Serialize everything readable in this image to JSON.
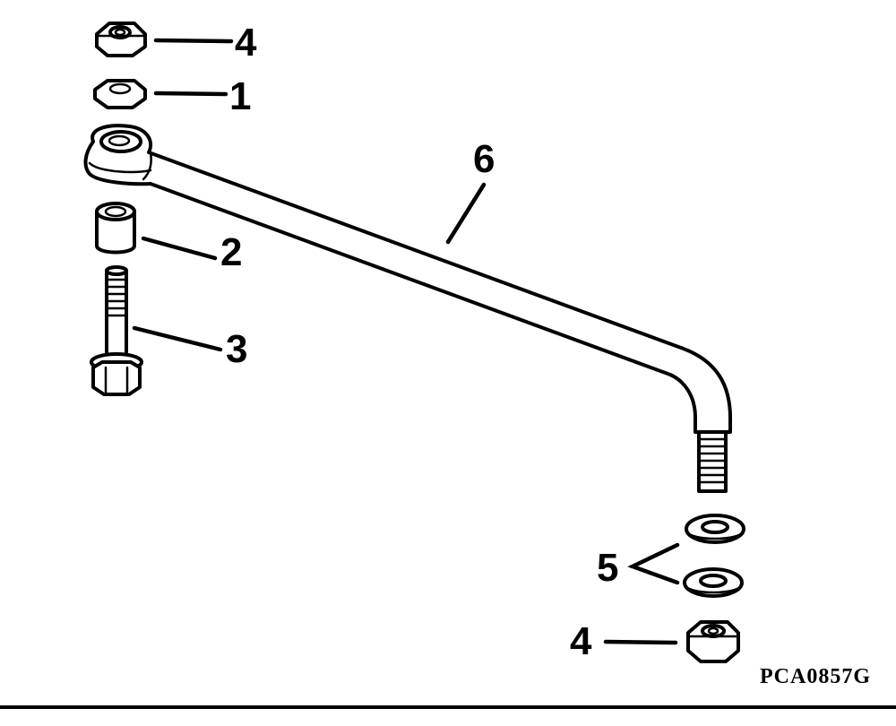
{
  "diagram": {
    "callouts": {
      "nut_top": "4",
      "washer_top": "1",
      "bushing": "2",
      "bolt": "3",
      "link_rod": "6",
      "washers_bottom": "5",
      "nut_bottom": "4"
    },
    "figure_code": "PCA0857G"
  },
  "colors": {
    "ink": "#000000",
    "paper": "#ffffff"
  },
  "icons": [
    "hex-nut-icon",
    "washer-icon",
    "bushing-icon",
    "bolt-icon",
    "link-rod-icon",
    "flat-washer-icon"
  ]
}
